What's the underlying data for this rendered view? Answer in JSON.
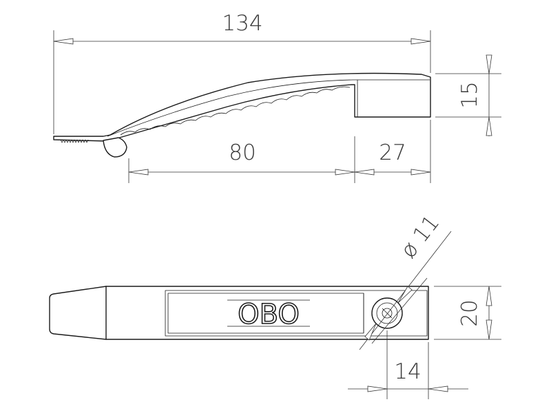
{
  "dimensions": {
    "overall_length": "134",
    "handle_length": "80",
    "head_length": "27",
    "head_height": "15",
    "hole_diameter": "ø 11",
    "width": "20",
    "hole_offset": "14"
  },
  "logo": {
    "text": "OBO"
  }
}
